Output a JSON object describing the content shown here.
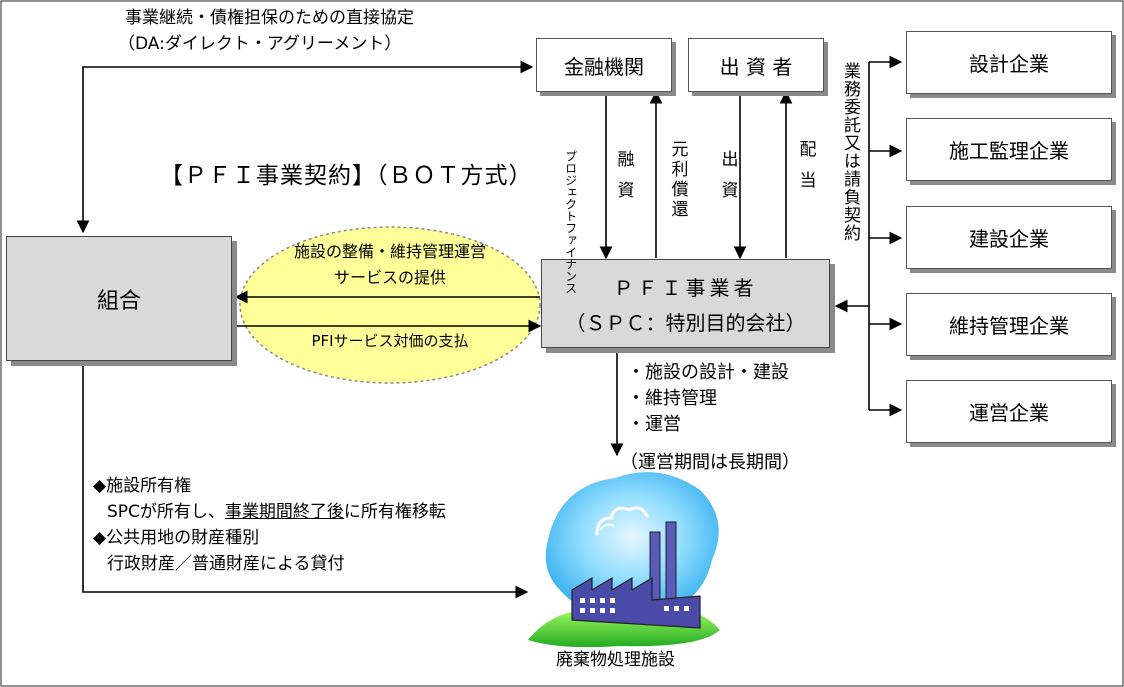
{
  "top_note": {
    "line1": "事業継続・債権担保のための直接協定",
    "line2": "（DA:ダイレクト・アグリーメント）"
  },
  "contract_title": "【ＰＦＩ事業契約】（ＢＯＴ方式）",
  "nodes": {
    "kumiai": "組合",
    "bank": "金融機関",
    "investor": "出 資 者",
    "spc_line1": "ＰＦＩ事業者",
    "spc_line2": "（ＳＰＣ：特別目的会社）",
    "facility": "廃棄物処理施設"
  },
  "ellipse": {
    "service_line1": "施設の整備・維持管理運営",
    "service_line2": "サービスの提供",
    "payment": "PFIサービス対価の支払"
  },
  "flows": {
    "project_finance": "プロジェクトファイナンス",
    "loan": "融資",
    "repayment": "元利償還",
    "investment": "出資",
    "dividend": "配当",
    "outsourcing": "業務委託又は請負契約"
  },
  "companies": [
    "設計企業",
    "施工監理企業",
    "建設企業",
    "維持管理企業",
    "運営企業"
  ],
  "spc_tasks": {
    "item1": "・施設の設計・建設",
    "item2": "・維持管理",
    "item3": "・運営",
    "note": "（運営期間は長期間）"
  },
  "ownership": {
    "heading1": "◆施設所有権",
    "text1_before": "SPCが所有し、",
    "text1_underlined": "事業期間終了後",
    "text1_after": "に所有権移転",
    "heading2": "◆公共用地の財産種別",
    "text2": "行政財産／普通財産による貸付"
  },
  "colors": {
    "gray_box": "#d9d9d9",
    "ellipse_fill": "#ffff99",
    "sky": "#66ccff",
    "factory": "#4a4aa8",
    "grass": "#33cc33"
  }
}
